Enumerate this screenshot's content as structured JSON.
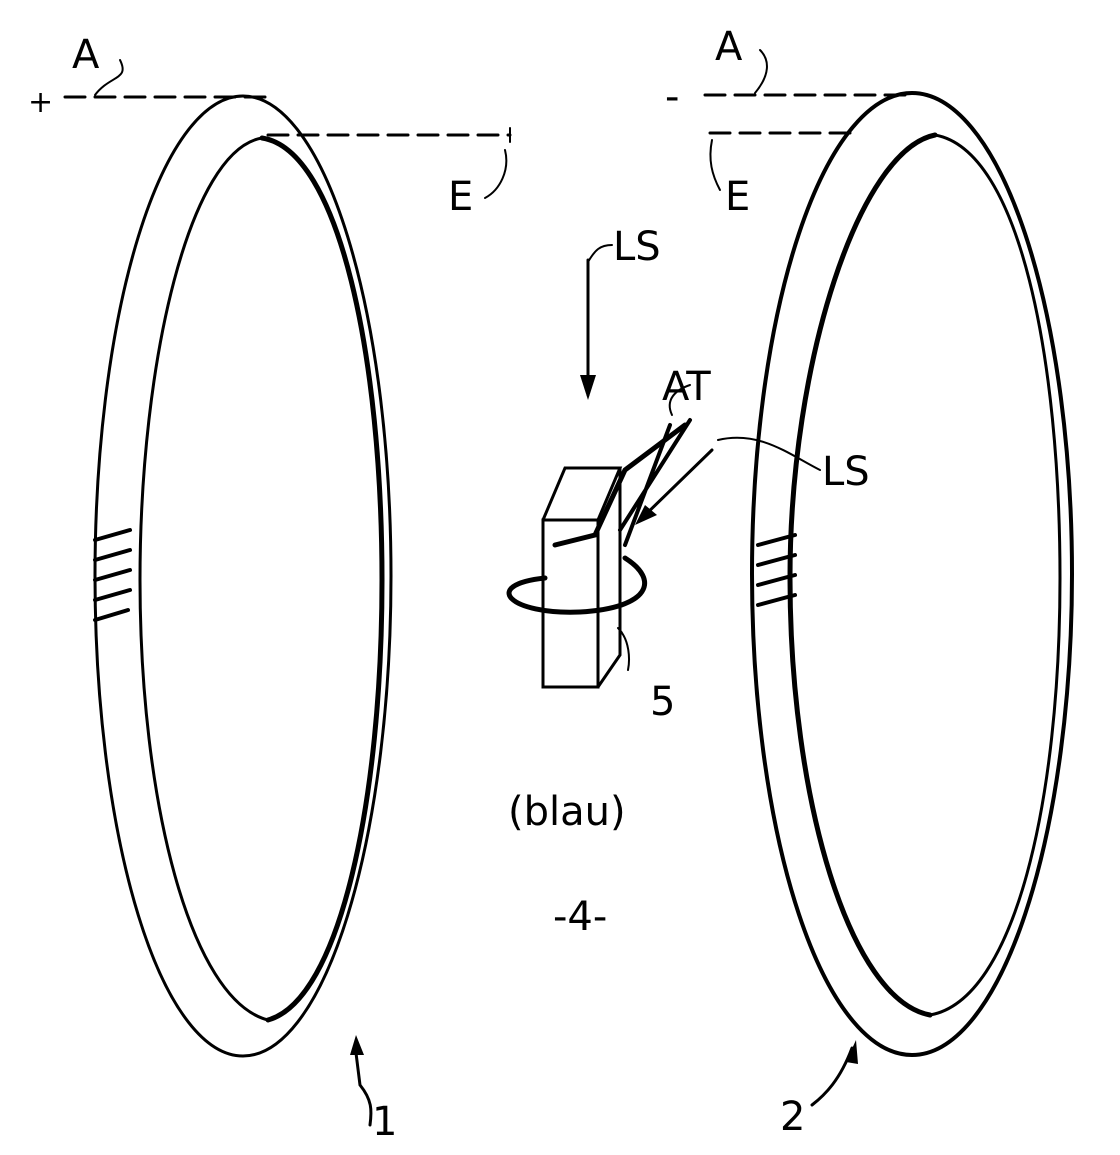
{
  "labels": {
    "left_plus": "+",
    "left_A": "A",
    "left_E": "E",
    "right_minus": "-",
    "right_A": "A",
    "right_E": "E",
    "LS_top": "LS",
    "AT": "AT",
    "LS_right": "LS",
    "block_5": "5",
    "color_note": "(blau)",
    "figure_number": "-4-",
    "ring_1": "1",
    "ring_2": "2"
  }
}
